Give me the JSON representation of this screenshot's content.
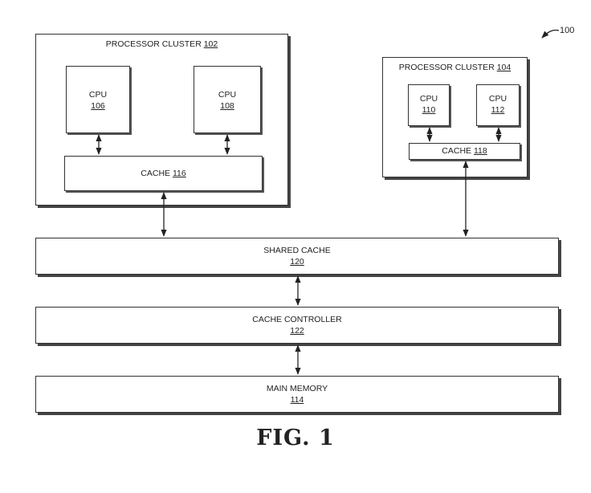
{
  "figure": {
    "caption": "FIG. 1",
    "ref": "100"
  },
  "cluster_102": {
    "label": "PROCESSOR CLUSTER",
    "num": "102"
  },
  "cluster_104": {
    "label": "PROCESSOR CLUSTER",
    "num": "104"
  },
  "cpu_106": {
    "label": "CPU",
    "num": "106"
  },
  "cpu_108": {
    "label": "CPU",
    "num": "108"
  },
  "cpu_110": {
    "label": "CPU",
    "num": "110"
  },
  "cpu_112": {
    "label": "CPU",
    "num": "112"
  },
  "cache_116": {
    "label": "CACHE",
    "num": "116"
  },
  "cache_118": {
    "label": "CACHE",
    "num": "118"
  },
  "shared_cache": {
    "label": "SHARED CACHE",
    "num": "120"
  },
  "cache_controller": {
    "label": "CACHE CONTROLLER",
    "num": "122"
  },
  "main_memory": {
    "label": "MAIN MEMORY",
    "num": "114"
  }
}
